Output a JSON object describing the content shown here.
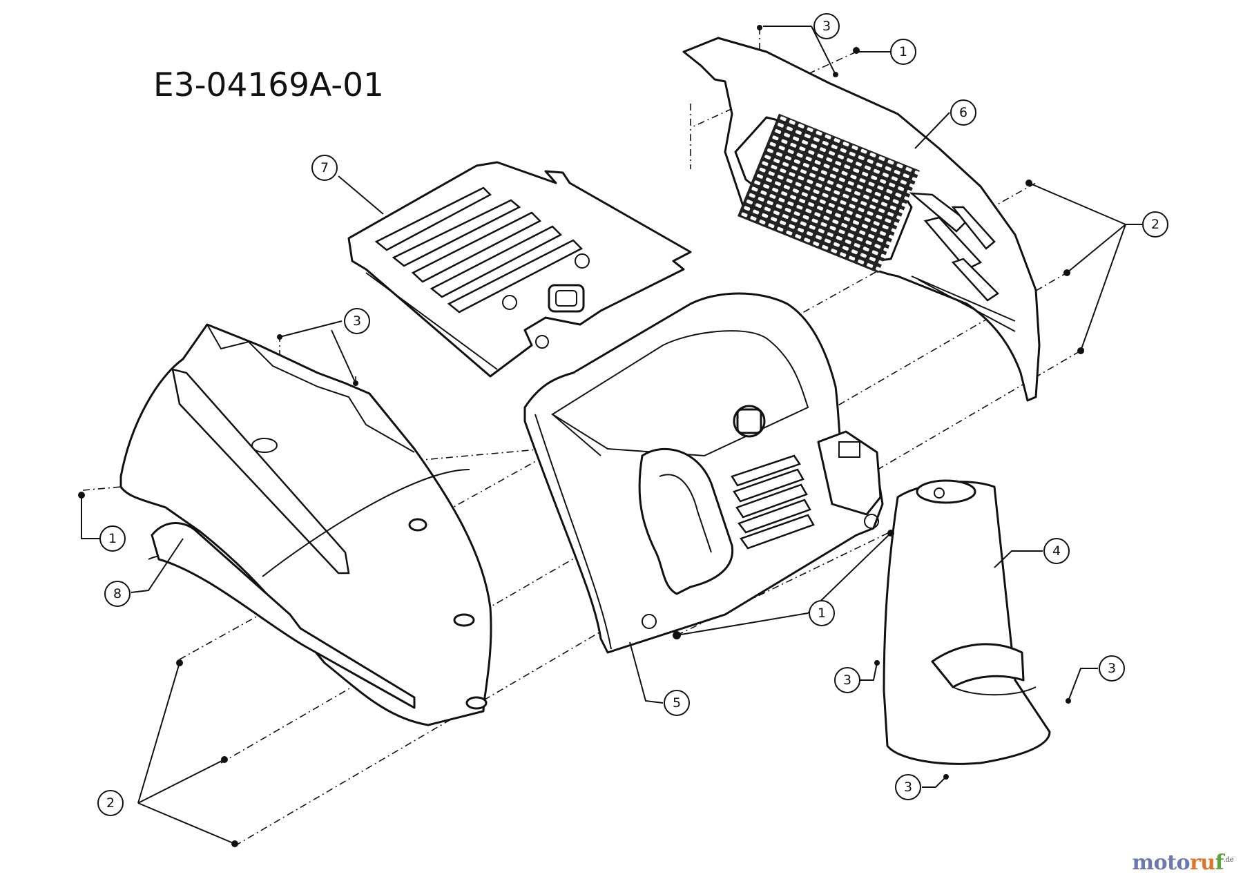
{
  "drawing_number": "E3-04169A-01",
  "watermark": {
    "part1": "moto",
    "part2": "ru",
    "part3": "f",
    "suffix": ".de"
  },
  "callouts": {
    "c1a": "1",
    "c1b": "1",
    "c1c": "1",
    "c2a": "2",
    "c2b": "2",
    "c3a": "3",
    "c3b": "3",
    "c3c": "3",
    "c3d": "3",
    "c3e": "3",
    "c4": "4",
    "c5": "5",
    "c6": "6",
    "c7": "7",
    "c8": "8"
  }
}
